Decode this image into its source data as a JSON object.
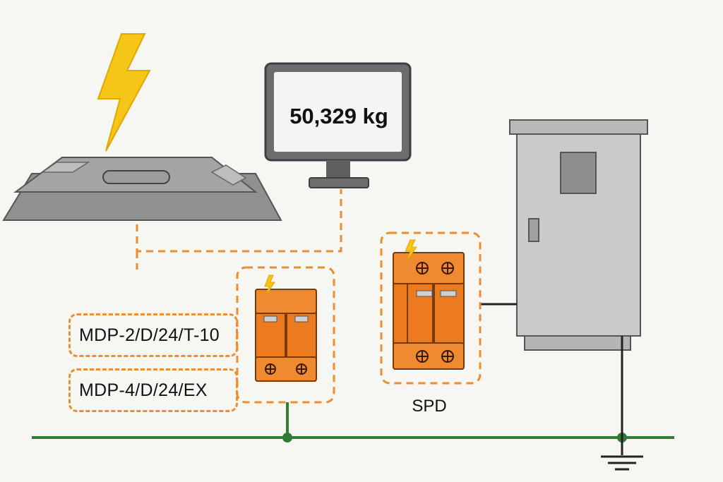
{
  "display": {
    "reading": "50,329 kg"
  },
  "labels": {
    "model_1": "MDP-2/D/24/T-10",
    "model_2": "MDP-4/D/24/EX",
    "spd": "SPD"
  },
  "icons": {
    "lightning": "lightning-bolt-icon",
    "scale": "truck-scale-platform-icon",
    "monitor": "monitor-icon",
    "cabinet": "electrical-cabinet-icon",
    "ground": "ground-symbol-icon"
  },
  "colors": {
    "background": "#f6f6f3",
    "dashed_link": "#ee8c2e",
    "spd_body": "#ec7a1f",
    "ground_line": "#2e7d32",
    "lightning": "#f5c518",
    "metal": "#9a9a9a",
    "cabinet": "#c9cacb"
  }
}
